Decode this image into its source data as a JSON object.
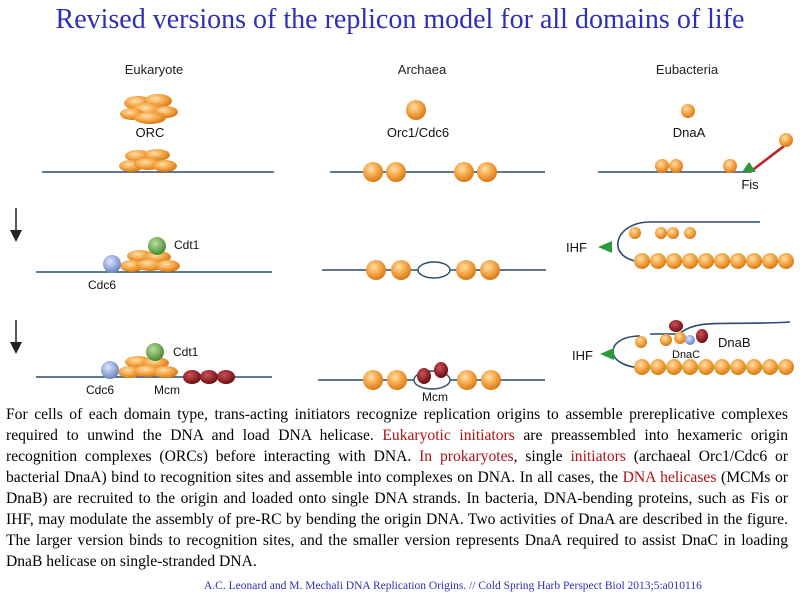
{
  "title": "Revised versions of the replicon model for all domains of life",
  "columns": {
    "eukaryote": "Eukaryote",
    "archaea": "Archaea",
    "eubacteria": "Eubacteria"
  },
  "labels": {
    "orc": "ORC",
    "orc1_cdc6": "Orc1/Cdc6",
    "dnaa": "DnaA",
    "fis": "Fis",
    "cdt1_a": "Cdt1",
    "cdc6_a": "Cdc6",
    "ihf_a": "IHF",
    "cdt1_b": "Cdt1",
    "cdc6_b": "Cdc6",
    "mcm_a": "Mcm",
    "mcm_b": "Mcm",
    "ihf_b": "IHF",
    "dnac": "DnaC",
    "dnab": "DnaB"
  },
  "caption": {
    "p1": "For cells of each domain type, trans-acting initiators recognize replication origins to assemble prereplicative complexes required to unwind the DNA and load DNA helicase. ",
    "h1": "Eukaryotic initiators",
    "p2": " are preassembled into hexameric origin recognition complexes (ORCs) before interacting with DNA. ",
    "h2": "In prokaryotes",
    "p3": ", single ",
    "h3": "initiators",
    "p4": " (archaeal Orc1/Cdc6 or bacterial DnaA) bind to recognition sites and assemble into complexes on DNA. In all cases, the ",
    "h4": "DNA helicases",
    "p5": " (MCMs or DnaB) are recruited to the origin and loaded onto single DNA strands. In bacteria, DNA-bending proteins, such as Fis or IHF, may modulate the assembly of pre-RC by bending the origin DNA. Two activities of DnaA are described in the figure. The larger version binds to recognition sites, and the smaller version represents DnaA required to assist DnaC in loading DnaB helicase on single-stranded DNA."
  },
  "citation": "A.C. Leonard and M. Mechali DNA Replication Origins. // Cold Spring Harb Perspect Biol 2013;5:a010116",
  "colors": {
    "title": "#2e2eb8",
    "highlight": "#b01212",
    "dna": "#2a4a6a",
    "initiator": "#f0a040",
    "cdt1": "#5a9a3a",
    "cdc6": "#7a9ad0",
    "mcm": "#8a1a20",
    "fis_ihf": "#2a9a3a",
    "bend": "#c0202a"
  }
}
